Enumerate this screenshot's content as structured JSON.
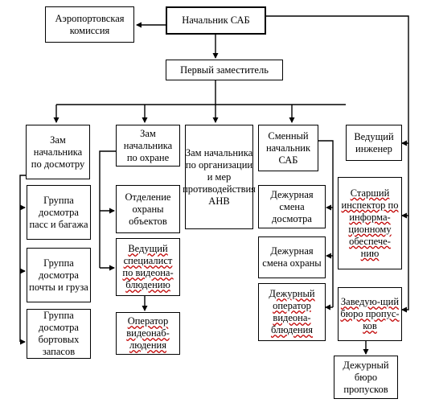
{
  "nodes": {
    "commission": "Аэропортовская комиссия",
    "head": "Начальник САБ",
    "first_deputy": "Первый заместитель",
    "dep_screening": "Зам начальника по досмотру",
    "dep_security": "Зам начальника по охране",
    "dep_org": "Зам начальника по организации и мер противодействия АНВ",
    "shift_head": "Сменный начальник САБ",
    "lead_engineer": "Ведущий инженер",
    "grp_pax": "Группа досмотра пасс и багажа",
    "grp_mail": "Группа досмотра почты и груза",
    "grp_board": "Группа досмотра бортовых запасов",
    "obj_guard": "Отделение охраны объектов",
    "video_specialist": "Ведущий специалист по видеона-блюдению",
    "video_operator": "Оператор видеонаб-людения",
    "duty_screening": "Дежурная смена досмотра",
    "duty_guard": "Дежурная смена охраны",
    "duty_video": "Дежурный оператор видеона-блюдения",
    "senior_inspector": "Старший инспектор по информа-ционному обеспече-нию",
    "pass_office_head": "Заведую-щий бюро пропус-ков",
    "pass_office_duty": "Дежурный бюро пропусков"
  }
}
